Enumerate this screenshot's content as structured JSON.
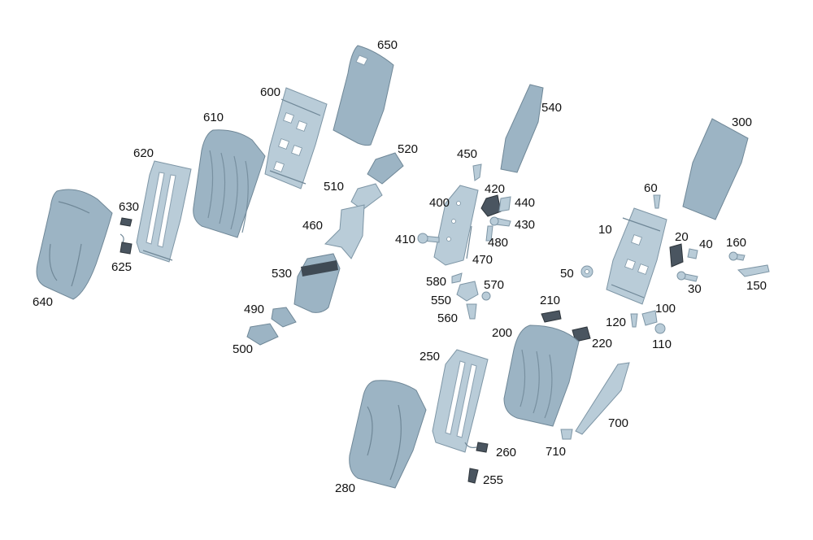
{
  "callouts": [
    {
      "id": "640",
      "text": "640"
    },
    {
      "id": "630",
      "text": "630"
    },
    {
      "id": "625",
      "text": "625"
    },
    {
      "id": "620",
      "text": "620"
    },
    {
      "id": "610",
      "text": "610"
    },
    {
      "id": "600",
      "text": "600"
    },
    {
      "id": "650",
      "text": "650"
    },
    {
      "id": "520",
      "text": "520"
    },
    {
      "id": "510",
      "text": "510"
    },
    {
      "id": "460",
      "text": "460"
    },
    {
      "id": "530",
      "text": "530"
    },
    {
      "id": "490",
      "text": "490"
    },
    {
      "id": "500",
      "text": "500"
    },
    {
      "id": "540",
      "text": "540"
    },
    {
      "id": "450",
      "text": "450"
    },
    {
      "id": "420",
      "text": "420"
    },
    {
      "id": "440",
      "text": "440"
    },
    {
      "id": "400",
      "text": "400"
    },
    {
      "id": "430",
      "text": "430"
    },
    {
      "id": "410",
      "text": "410"
    },
    {
      "id": "480",
      "text": "480"
    },
    {
      "id": "470",
      "text": "470"
    },
    {
      "id": "580",
      "text": "580"
    },
    {
      "id": "570",
      "text": "570"
    },
    {
      "id": "550",
      "text": "550"
    },
    {
      "id": "560",
      "text": "560"
    },
    {
      "id": "300",
      "text": "300"
    },
    {
      "id": "60",
      "text": "60"
    },
    {
      "id": "10",
      "text": "10"
    },
    {
      "id": "20",
      "text": "20"
    },
    {
      "id": "40",
      "text": "40"
    },
    {
      "id": "160",
      "text": "160"
    },
    {
      "id": "50",
      "text": "50"
    },
    {
      "id": "30",
      "text": "30"
    },
    {
      "id": "150",
      "text": "150"
    },
    {
      "id": "210",
      "text": "210"
    },
    {
      "id": "100",
      "text": "100"
    },
    {
      "id": "120",
      "text": "120"
    },
    {
      "id": "200",
      "text": "200"
    },
    {
      "id": "220",
      "text": "220"
    },
    {
      "id": "110",
      "text": "110"
    },
    {
      "id": "250",
      "text": "250"
    },
    {
      "id": "700",
      "text": "700"
    },
    {
      "id": "710",
      "text": "710"
    },
    {
      "id": "260",
      "text": "260"
    },
    {
      "id": "280",
      "text": "280"
    },
    {
      "id": "255",
      "text": "255"
    }
  ]
}
